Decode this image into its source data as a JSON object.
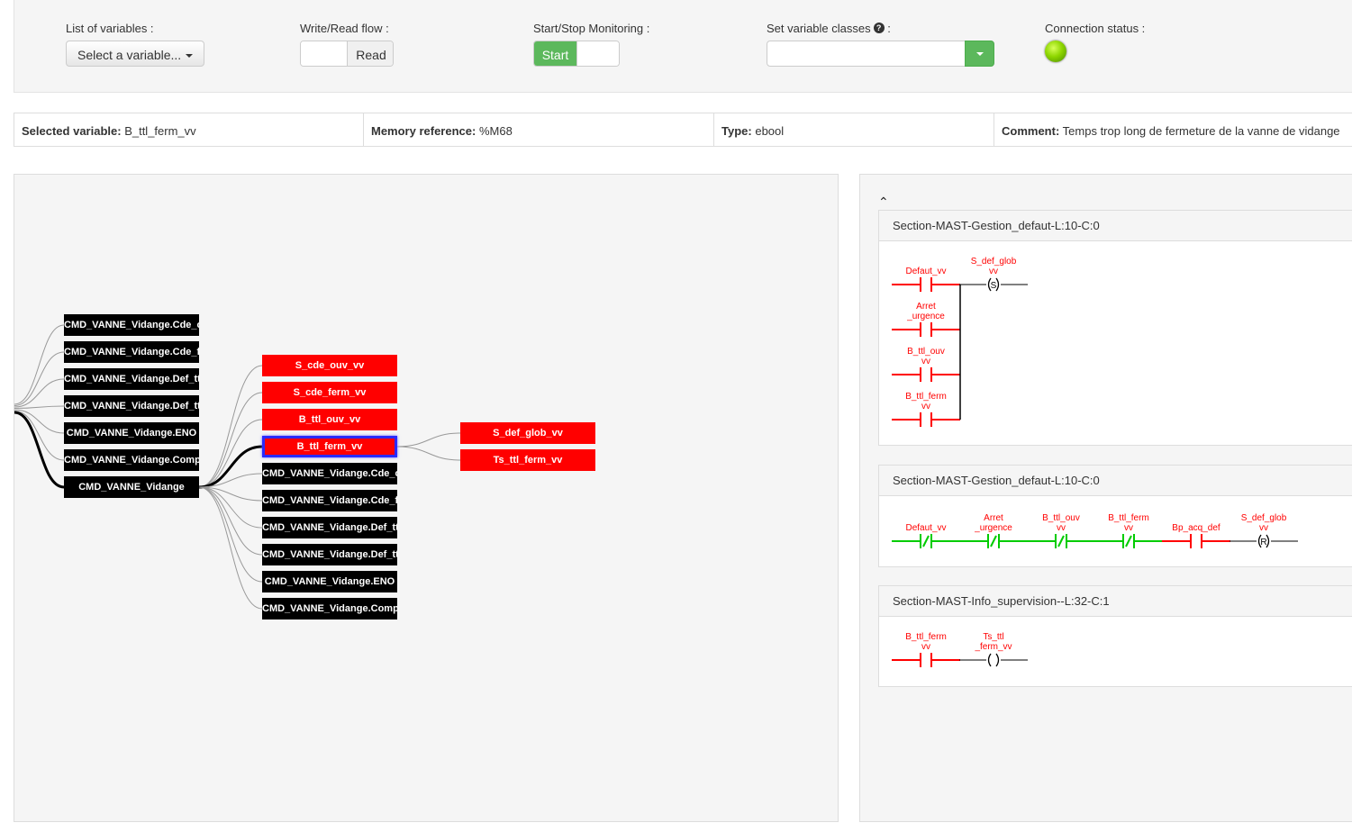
{
  "controls": {
    "variables_label": "List of variables :",
    "variables_button": "Select a variable...",
    "flow_label": "Write/Read flow :",
    "flow_value": "Read",
    "monitoring_label": "Start/Stop Monitoring :",
    "monitoring_value": "Start",
    "classes_label": "Set variable classes",
    "classes_colon": ":",
    "help_glyph": "?",
    "connection_label": "Connection status :",
    "connection_color": "#8ed600"
  },
  "info": {
    "selected_label": "Selected variable:",
    "selected_value": "B_ttl_ferm_vv",
    "memory_label": "Memory reference:",
    "memory_value": "%M68",
    "type_label": "Type:",
    "type_value": "ebool",
    "comment_label": "Comment:",
    "comment_value": "Temps trop long de fermeture de la vanne de vidange"
  },
  "tree": {
    "col1": [
      "CMD_VANNE_Vidange.Cde_o",
      "CMD_VANNE_Vidange.Cde_fe",
      "CMD_VANNE_Vidange.Def_ttl",
      "CMD_VANNE_Vidange.Def_ttl",
      "CMD_VANNE_Vidange.ENO",
      "CMD_VANNE_Vidange.Compt",
      "CMD_VANNE_Vidange"
    ],
    "col2": [
      "S_cde_ouv_vv",
      "S_cde_ferm_vv",
      "B_ttl_ouv_vv",
      "B_ttl_ferm_vv",
      "CMD_VANNE_Vidange.Cde_o",
      "CMD_VANNE_Vidange.Cde_fe",
      "CMD_VANNE_Vidange.Def_ttl",
      "CMD_VANNE_Vidange.Def_ttl",
      "CMD_VANNE_Vidange.ENO",
      "CMD_VANNE_Vidange.Compt"
    ],
    "col3": [
      "S_def_glob_vv",
      "Ts_ttl_ferm_vv"
    ],
    "colors": {
      "variable": "#000000",
      "selected_family": "#ff0000",
      "selection_border": "#2a2aff"
    }
  },
  "code": {
    "collapse_glyph": "⌃",
    "sections": [
      {
        "title": "Section-MAST-Gestion_defaut-L:10-C:0",
        "contacts": [
          [
            "Defaut_vv"
          ],
          [
            "Arret",
            "_urgence"
          ],
          [
            "B_ttl_ouv",
            "vv"
          ],
          [
            "B_ttl_ferm",
            "vv"
          ]
        ],
        "coil": [
          "S_def_glob",
          "vv"
        ],
        "coil_letter": "S"
      },
      {
        "title": "Section-MAST-Gestion_defaut-L:10-C:0",
        "contacts": [
          [
            "Defaut_vv"
          ],
          [
            "Arret",
            "_urgence"
          ],
          [
            "B_ttl_ouv",
            "vv"
          ],
          [
            "B_ttl_ferm",
            "vv"
          ],
          [
            "Bp_acq_def"
          ]
        ],
        "coil": [
          "S_def_glob",
          "vv"
        ],
        "coil_letter": "R"
      },
      {
        "title": "Section-MAST-Info_supervision--L:32-C:1",
        "contacts": [
          [
            "B_ttl_ferm",
            "vv"
          ]
        ],
        "coil": [
          "Ts_ttl",
          "_ferm_vv"
        ],
        "coil_letter": ""
      }
    ],
    "colors": {
      "active": "#ff0000",
      "energized": "#00cc00",
      "wire": "#000000"
    }
  }
}
